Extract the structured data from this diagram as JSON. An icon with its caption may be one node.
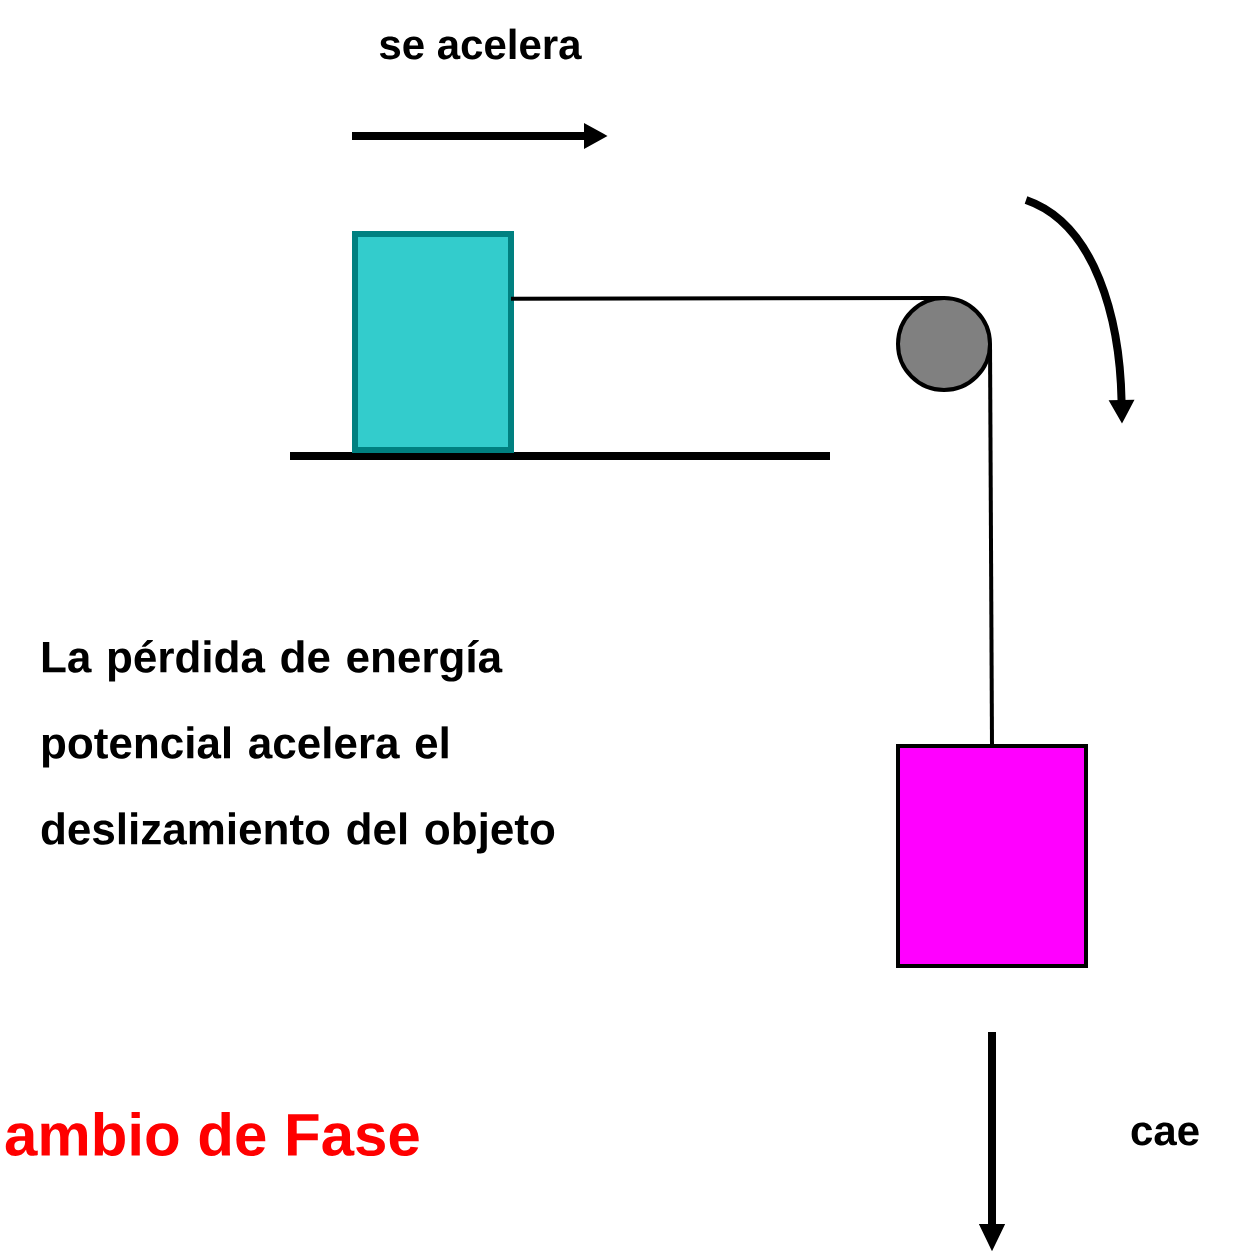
{
  "diagram": {
    "nodes": [
      {
        "text": [],
        "shape": "box"
      },
      {
        "text": [],
        "shape": "circle"
      },
      {
        "text": [],
        "shape": "box"
      }
    ],
    "edges": [
      {
        "from": 0,
        "to": 1,
        "arrow": "none"
      },
      {
        "from": 1,
        "to": 2,
        "arrow": "none"
      }
    ],
    "labels": [
      "se acelera",
      "La pérdida de energía potencial acelera el deslizamiento del objeto",
      "ambio de Fase",
      "cae"
    ]
  }
}
